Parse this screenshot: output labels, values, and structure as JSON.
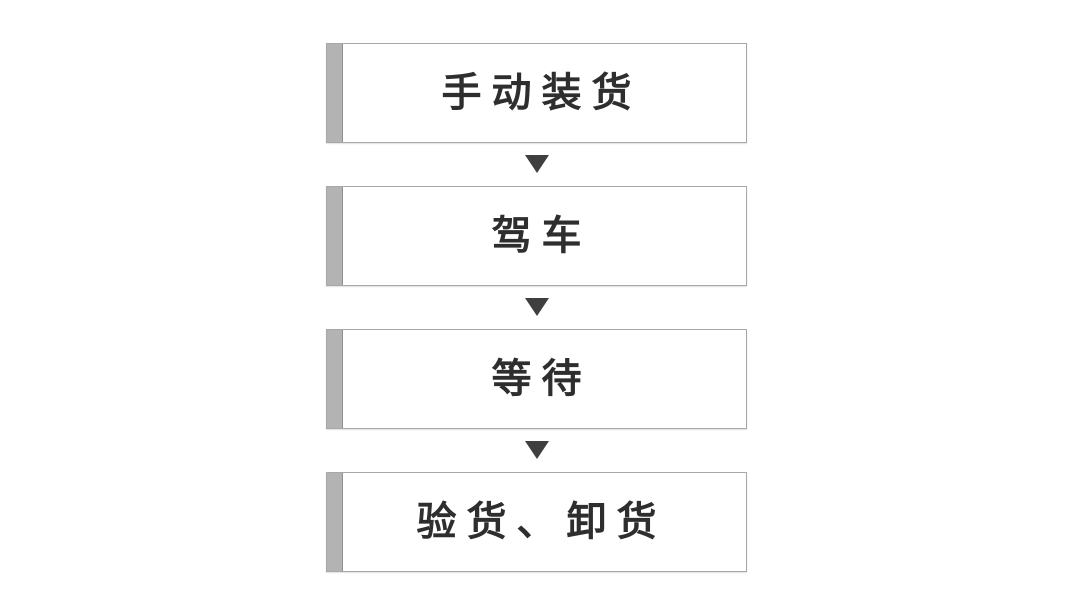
{
  "flowchart": {
    "title": "delivery-process-flow",
    "direction": "top-to-bottom",
    "steps": [
      {
        "label": "手动装货"
      },
      {
        "label": "驾车"
      },
      {
        "label": "等待"
      },
      {
        "label": "验货、卸货"
      }
    ],
    "connectors": [
      {
        "from": 0,
        "to": 1,
        "shape": "triangle-down"
      },
      {
        "from": 1,
        "to": 2,
        "shape": "triangle-down"
      },
      {
        "from": 2,
        "to": 3,
        "shape": "triangle-down"
      }
    ],
    "colors": {
      "box_background": "#ffffff",
      "box_border": "#a8a8a8",
      "accent_bar": "#b3b3b3",
      "accent_bar_edge": "#8f8f8f",
      "arrow": "#3f3f3f",
      "text": "#2e2e2e",
      "page_background": "#ffffff"
    }
  }
}
